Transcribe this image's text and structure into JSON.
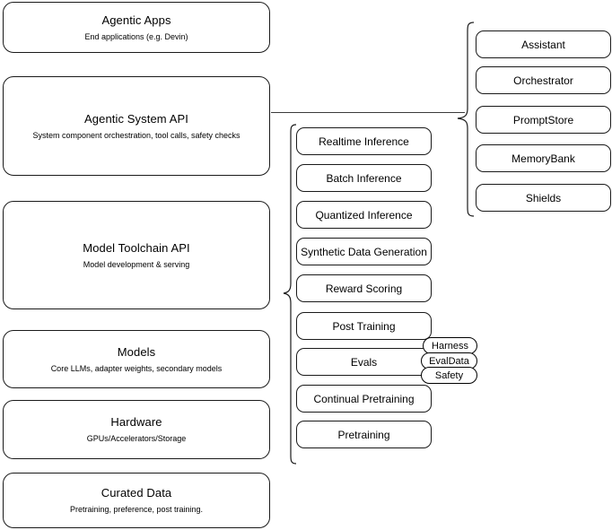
{
  "diagram": {
    "title": "Llama Stack layered architecture",
    "colors": {
      "background": "#ffffff",
      "stroke": "#1a1a1a",
      "text": "#000000",
      "connector": "#3a3a3a"
    }
  },
  "layers": [
    {
      "id": "agentic-apps",
      "title": "Agentic Apps",
      "subtitle": "End applications (e.g. Devin)"
    },
    {
      "id": "agentic-system-api",
      "title": "Agentic System API",
      "subtitle": "System component orchestration, tool calls, safety checks"
    },
    {
      "id": "model-toolchain-api",
      "title": "Model Toolchain API",
      "subtitle": "Model development & serving"
    },
    {
      "id": "models",
      "title": "Models",
      "subtitle": "Core LLMs, adapter weights, secondary models"
    },
    {
      "id": "hardware",
      "title": "Hardware",
      "subtitle": "GPUs/Accelerators/Storage"
    },
    {
      "id": "curated-data",
      "title": "Curated Data",
      "subtitle": "Pretraining, preference, post training."
    }
  ],
  "toolchain_items": [
    {
      "id": "realtime-inference",
      "label": "Realtime Inference"
    },
    {
      "id": "batch-inference",
      "label": "Batch Inference"
    },
    {
      "id": "quantized-inference",
      "label": "Quantized Inference"
    },
    {
      "id": "synthetic-data-generation",
      "label": "Synthetic Data Generation"
    },
    {
      "id": "reward-scoring",
      "label": "Reward Scoring"
    },
    {
      "id": "post-training",
      "label": "Post Training"
    },
    {
      "id": "evals",
      "label": "Evals"
    },
    {
      "id": "continual-pretraining",
      "label": "Continual Pretraining"
    },
    {
      "id": "pretraining",
      "label": "Pretraining"
    }
  ],
  "evals_pills": [
    {
      "id": "harness",
      "label": "Harness"
    },
    {
      "id": "evaldata",
      "label": "EvalData"
    },
    {
      "id": "safety",
      "label": "Safety"
    }
  ],
  "system_items": [
    {
      "id": "assistant",
      "label": "Assistant"
    },
    {
      "id": "orchestrator",
      "label": "Orchestrator"
    },
    {
      "id": "promptstore",
      "label": "PromptStore"
    },
    {
      "id": "memorybank",
      "label": "MemoryBank"
    },
    {
      "id": "shields",
      "label": "Shields"
    }
  ]
}
